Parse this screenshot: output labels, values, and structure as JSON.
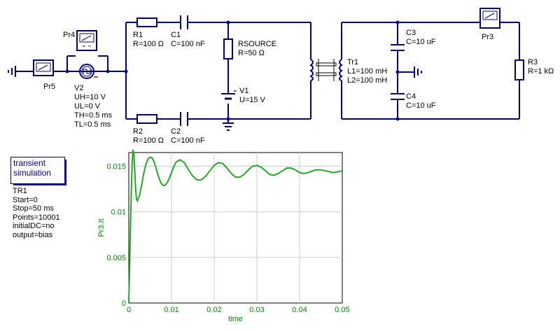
{
  "components": {
    "r1": {
      "name": "R1",
      "value": "R=100 Ω"
    },
    "c1": {
      "name": "C1",
      "value": "C=100 nF"
    },
    "r2": {
      "name": "R2",
      "value": "R=100 Ω"
    },
    "c2": {
      "name": "C2",
      "value": "C=100 nF"
    },
    "rsource": {
      "name": "RSOURCE",
      "value": "R=50 Ω"
    },
    "v1": {
      "name": "V1",
      "value": "U=15 V"
    },
    "v2": {
      "name": "V2",
      "params": [
        "UH=10 V",
        "UL=0 V",
        "TH=0.5 ms",
        "TL=0.5 ms"
      ]
    },
    "tr1": {
      "name": "Tr1",
      "params": [
        "L1=100 mH",
        "L2=100 mH"
      ]
    },
    "c3": {
      "name": "C3",
      "value": "C=10 uF"
    },
    "c4": {
      "name": "C4",
      "value": "C=10 uF"
    },
    "r3": {
      "name": "R3",
      "value": "R=1 kΩ"
    },
    "pr3": {
      "name": "Pr3"
    },
    "pr4": {
      "name": "Pr4"
    },
    "pr5": {
      "name": "Pr5"
    }
  },
  "simulation": {
    "title_line1": "transient",
    "title_line2": "simulation",
    "params": [
      "TR1",
      "Start=0",
      "Stop=50 ms",
      "Points=10001",
      "initialDC=no",
      "output=bias"
    ]
  },
  "chart_data": {
    "type": "line",
    "xlabel": "time",
    "ylabel": "Pr3.It",
    "xlim": [
      0,
      0.05
    ],
    "ylim": [
      0,
      0.0165
    ],
    "xticks": [
      "0",
      "0.01",
      "0.02",
      "0.03",
      "0.04",
      "0.05"
    ],
    "yticks": [
      "0",
      "0.005",
      "0.01",
      "0.015"
    ],
    "grid": true,
    "series_color": "#22aa22",
    "x": [
      0,
      0.0002,
      0.0004,
      0.0006,
      0.0008,
      0.001,
      0.0012,
      0.0014,
      0.0016,
      0.0018,
      0.002,
      0.0025,
      0.003,
      0.0035,
      0.004,
      0.0045,
      0.005,
      0.0055,
      0.006,
      0.0065,
      0.007,
      0.0075,
      0.008,
      0.0085,
      0.009,
      0.0095,
      0.01,
      0.0105,
      0.011,
      0.0115,
      0.012,
      0.013,
      0.014,
      0.015,
      0.016,
      0.017,
      0.018,
      0.019,
      0.02,
      0.021,
      0.022,
      0.023,
      0.024,
      0.025,
      0.026,
      0.027,
      0.028,
      0.029,
      0.03,
      0.031,
      0.032,
      0.033,
      0.034,
      0.035,
      0.036,
      0.037,
      0.038,
      0.039,
      0.04,
      0.041,
      0.042,
      0.043,
      0.044,
      0.045,
      0.046,
      0.047,
      0.048,
      0.049,
      0.05
    ],
    "y": [
      0,
      0.004,
      0.0085,
      0.0125,
      0.0155,
      0.0168,
      0.0163,
      0.0145,
      0.0125,
      0.0114,
      0.0112,
      0.0118,
      0.0129,
      0.0142,
      0.0152,
      0.0158,
      0.016,
      0.0159,
      0.0154,
      0.0146,
      0.0138,
      0.0132,
      0.0129,
      0.0129,
      0.0132,
      0.0137,
      0.0143,
      0.0149,
      0.0154,
      0.0156,
      0.0157,
      0.0154,
      0.0146,
      0.0139,
      0.0135,
      0.0135,
      0.0139,
      0.0145,
      0.0151,
      0.0154,
      0.0153,
      0.0148,
      0.0142,
      0.0138,
      0.0138,
      0.0141,
      0.0146,
      0.015,
      0.0151,
      0.0149,
      0.0145,
      0.0141,
      0.014,
      0.0142,
      0.0145,
      0.0148,
      0.0148,
      0.0146,
      0.0143,
      0.0142,
      0.0143,
      0.0145,
      0.0146,
      0.0146,
      0.0145,
      0.0144,
      0.0143,
      0.0144,
      0.0145
    ]
  }
}
